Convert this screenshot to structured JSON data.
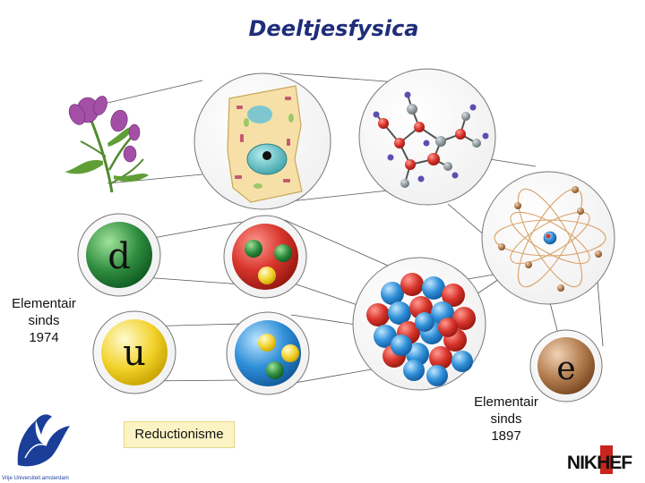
{
  "title": "Deeltjesfysica",
  "captions": {
    "left": [
      "Elementair",
      "sinds",
      "1974"
    ],
    "right": [
      "Elementair",
      "sinds",
      "1897"
    ]
  },
  "label_box": "Reductionisme",
  "particles": {
    "down_quark": "d",
    "up_quark": "u",
    "electron": "e"
  },
  "logos": {
    "left_caption": "Vrije Universiteit amsterdam",
    "right": "NIKHEF"
  },
  "colors": {
    "title": "#1f2d7a",
    "label_box_bg": "#fbf3c4",
    "down_quark": "#2e8b3e",
    "up_quark": "#f2d22a",
    "electron": "#a66d43",
    "proton": "#d7342b",
    "neutron": "#2f8fd8"
  }
}
